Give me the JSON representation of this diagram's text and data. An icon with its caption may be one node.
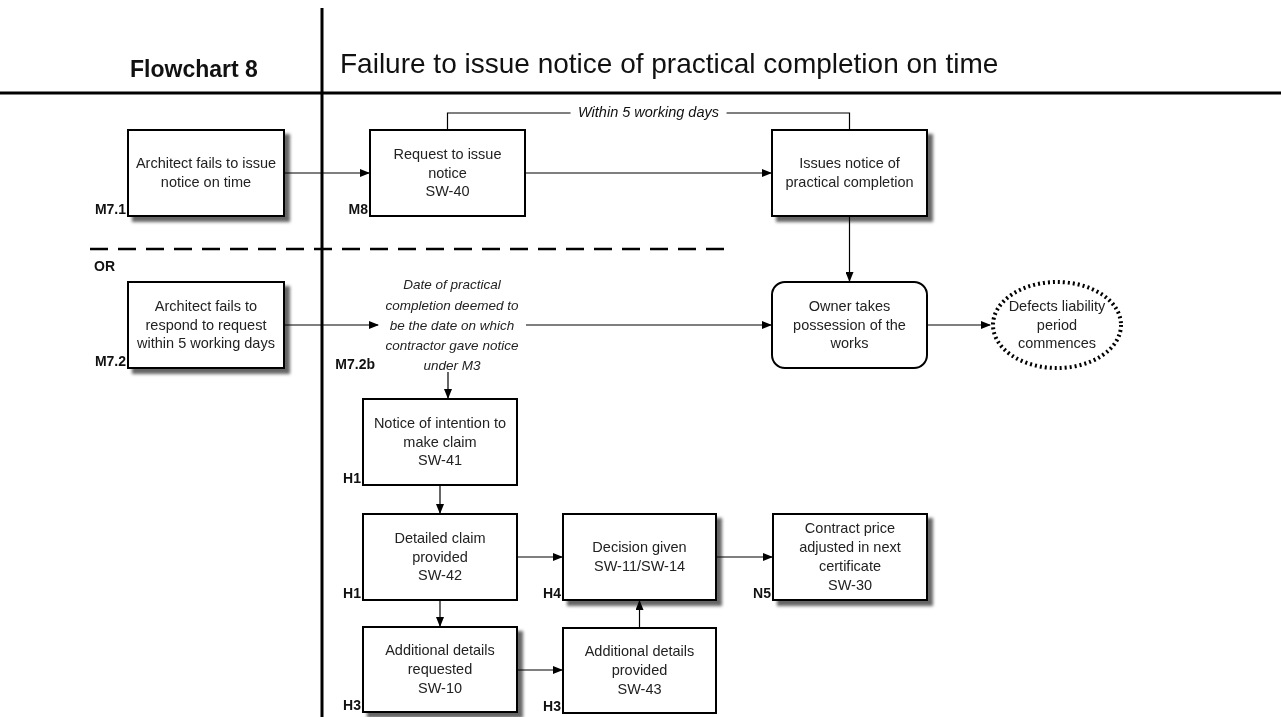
{
  "diagram": {
    "title": "Failure to issue notice of practical completion on time",
    "nodes": [
      {
        "text": [
          "Architect fails to issue notice on time"
        ],
        "beside": [
          "M7.1"
        ]
      },
      {
        "text": [
          "Request to issue notice",
          "SW-40"
        ],
        "beside": [
          "M8"
        ]
      },
      {
        "text": [
          "Issues notice of practical completion"
        ]
      },
      {
        "text": [
          "Architect fails to respond to request within 5 working days"
        ],
        "beside": [
          "M7.2"
        ]
      },
      {
        "text": [
          "Date of practical completion deemed to be the date on which contractor gave notice under M3"
        ],
        "beside": [
          "M7.2b"
        ]
      },
      {
        "text": [
          "Owner takes possession of the works"
        ]
      },
      {
        "text": [
          "Defects liability period commences"
        ]
      },
      {
        "text": [
          "Notice of intention to make claim",
          "SW-41"
        ],
        "beside": [
          "H1"
        ]
      },
      {
        "text": [
          "Detailed claim provided",
          "SW-42"
        ],
        "beside": [
          "H1"
        ]
      },
      {
        "text": [
          "Decision given",
          "SW-11/SW-14"
        ],
        "beside": [
          "H4"
        ]
      },
      {
        "text": [
          "Contract price adjusted in next certificate",
          "SW-30"
        ],
        "beside": [
          "N5"
        ]
      },
      {
        "text": [
          "Additional details requested",
          "SW-10"
        ],
        "beside": [
          "H3"
        ]
      },
      {
        "text": [
          "Additional details provided",
          "SW-43"
        ],
        "beside": [
          "H3"
        ]
      }
    ],
    "edges": [
      {
        "from": 0,
        "to": 1,
        "arrow": "to"
      },
      {
        "from": 1,
        "to": 2,
        "arrow": "to"
      },
      {
        "from": 2,
        "to": 5,
        "arrow": "to"
      },
      {
        "from": 3,
        "to": 4,
        "arrow": "to"
      },
      {
        "from": 4,
        "to": 5,
        "arrow": "to"
      },
      {
        "from": 5,
        "to": 6,
        "arrow": "to"
      },
      {
        "from": 4,
        "to": 7,
        "arrow": "to"
      },
      {
        "from": 7,
        "to": 8,
        "arrow": "to"
      },
      {
        "from": 8,
        "to": 9,
        "arrow": "to"
      },
      {
        "from": 9,
        "to": 10,
        "arrow": "to"
      },
      {
        "from": 8,
        "to": 11,
        "arrow": "to"
      },
      {
        "from": 11,
        "to": 12,
        "arrow": "to"
      },
      {
        "from": 12,
        "to": 9,
        "arrow": "to"
      },
      {
        "from": 1,
        "to": 2,
        "arrow": "none",
        "label": "Within 5 working days"
      }
    ],
    "labels": [
      "Flowchart 8",
      "OR"
    ]
  }
}
